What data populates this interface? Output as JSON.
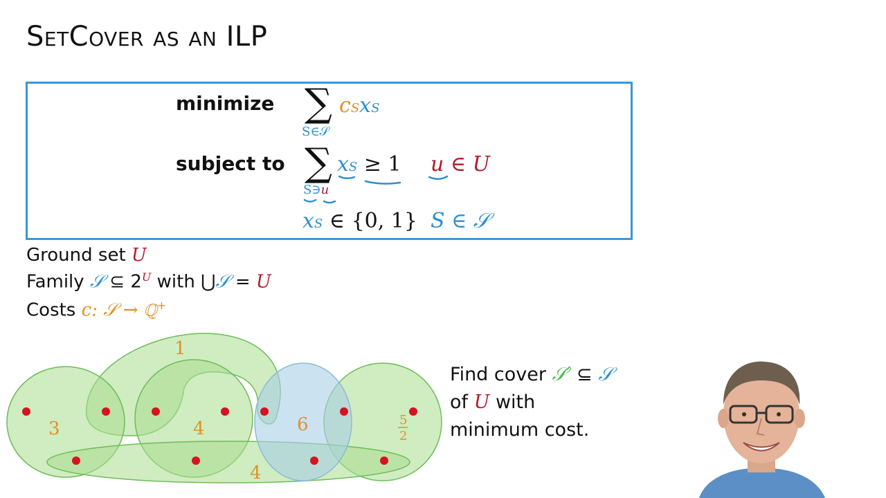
{
  "slide": {
    "title": "SetCover as an ILP"
  },
  "ilp": {
    "minimize_label": "minimize",
    "subject_to_label": "subject to",
    "obj_sum_sub": "S∈𝒮",
    "obj_expr_c": "c",
    "obj_expr_cs": "S",
    "obj_expr_x": "x",
    "obj_expr_xs": "S",
    "con_sum_sub_s": "S∋",
    "con_sum_sub_u": "u",
    "con_expr_x": "x",
    "con_expr_xs": "S",
    "con_rhs": "≥ 1",
    "con_domain_u": "u",
    "con_domain_rest": " ∈ U",
    "bin_x": "x",
    "bin_xs": "S",
    "bin_rest": " ∈ {0, 1}",
    "bin_domain": "S ∈ 𝒮"
  },
  "definitions": {
    "ground_prefix": "Ground set ",
    "ground_U": "U",
    "family_prefix": "Family ",
    "family_S": "𝒮",
    "family_mid": " ⊆ 2",
    "family_sup": "U",
    "family_with": " with ",
    "family_union": "⋃",
    "family_S2": "𝒮",
    "family_eq": " = ",
    "family_U": "U",
    "costs_prefix": "Costs ",
    "costs_expr": "c: 𝒮 → ℚ",
    "costs_sup": "+"
  },
  "find_text": {
    "line1_prefix": "Find cover ",
    "line1_Sprime": "𝒮′",
    "line1_sub": " ⊆ ",
    "line1_S": "𝒮",
    "line2_prefix": "of ",
    "line2_U": "U",
    "line2_suffix": " with",
    "line3": "minimum cost."
  },
  "diagram": {
    "costs": [
      "1",
      "3",
      "4",
      "6",
      "4"
    ],
    "frac_num": "5",
    "frac_den": "2",
    "colors": {
      "green_fill": "#a9dc8e",
      "green_stroke": "#6cbd57",
      "blue_fill": "#a9cfe6",
      "point": "#d4141f",
      "label": "#e0902a"
    }
  },
  "colors": {
    "frame": "#3a96d8",
    "blue": "#2c8fd0",
    "orange": "#e0902a",
    "red": "#b5182a",
    "green": "#49b84a"
  }
}
